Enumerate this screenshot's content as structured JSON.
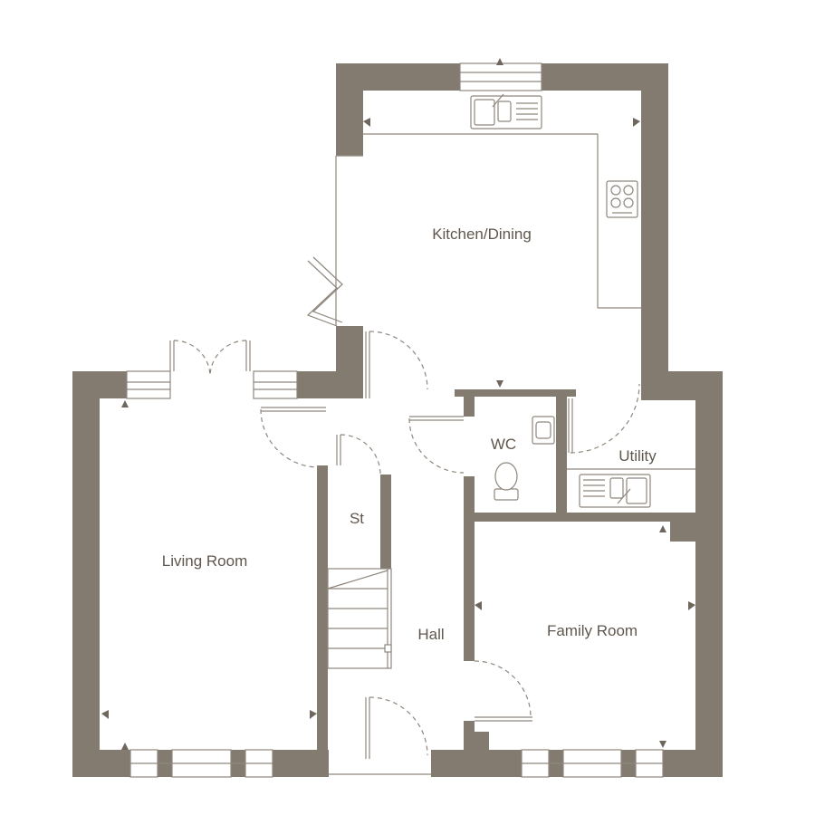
{
  "rooms": {
    "kitchen_dining": "Kitchen/Dining",
    "wc": "WC",
    "utility": "Utility",
    "store": "St",
    "living_room": "Living Room",
    "hall": "Hall",
    "family_room": "Family Room"
  },
  "colors": {
    "wall": "#847b70",
    "line": "#8f877d",
    "text": "#5f574e"
  }
}
